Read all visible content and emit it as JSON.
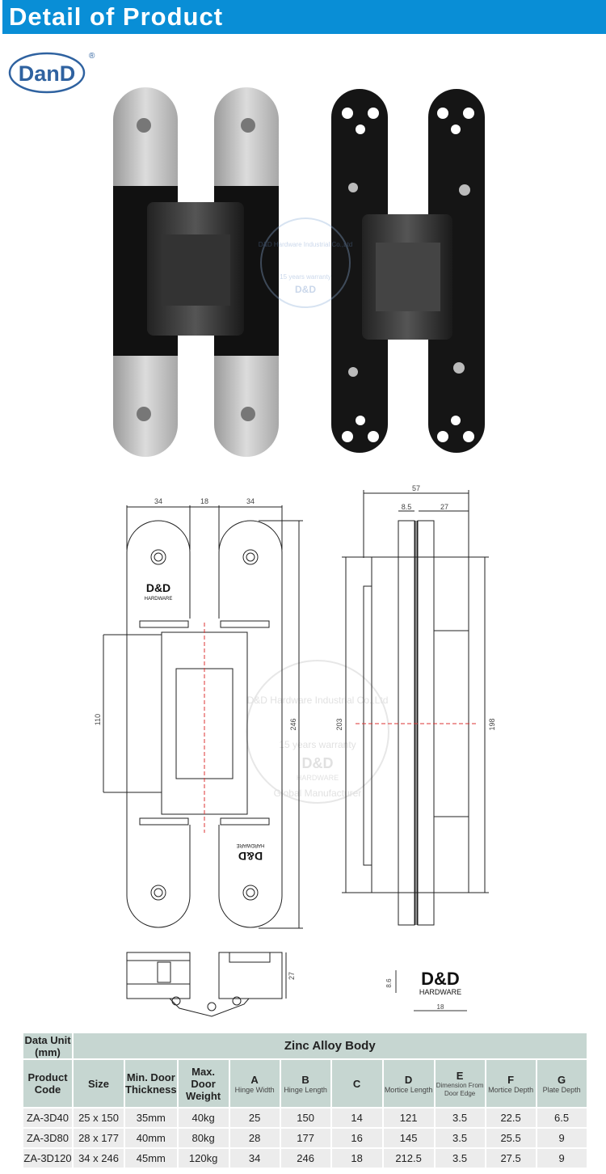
{
  "header": {
    "title": "Detail of Product",
    "color": "#098ED6"
  },
  "brand": {
    "logo_text": "DanD",
    "registered": "®"
  },
  "watermark": {
    "line1": "D&D Hardware Industrial Co.,Ltd",
    "line2": "15 years warranty",
    "line3": "D&D",
    "line4": "HARDWARE",
    "line5": "Global Manufacturer"
  },
  "drawing": {
    "plate_label": "D&D",
    "plate_sub": "HARDWARE",
    "dims": {
      "width_left": "34",
      "gap": "18",
      "width_right": "34",
      "height_total": "246",
      "height_body": "110",
      "side_total": "57",
      "side_a": "8.5",
      "side_b": "27",
      "side_h1": "203",
      "side_h2": "198",
      "bottom_h": "27",
      "logo_h": "8.6",
      "logo_w": "18"
    }
  },
  "table": {
    "unit_label": "Data Unit (mm)",
    "body_label": "Zinc Alloy Body",
    "columns": [
      {
        "title": "Product Code",
        "sub": ""
      },
      {
        "title": "Size",
        "sub": ""
      },
      {
        "title": "Min. Door Thickness",
        "sub": ""
      },
      {
        "title": "Max. Door Weight",
        "sub": ""
      },
      {
        "title": "A",
        "sub": "Hinge Width"
      },
      {
        "title": "B",
        "sub": "Hinge Length"
      },
      {
        "title": "C",
        "sub": ""
      },
      {
        "title": "D",
        "sub": "Mortice Length"
      },
      {
        "title": "E",
        "sub": "Dimension From Door Edge"
      },
      {
        "title": "F",
        "sub": "Mortice Depth"
      },
      {
        "title": "G",
        "sub": "Plate Depth"
      }
    ],
    "rows": [
      [
        "ZA-3D40",
        "25 x 150",
        "35mm",
        "40kg",
        "25",
        "150",
        "14",
        "121",
        "3.5",
        "22.5",
        "6.5"
      ],
      [
        "ZA-3D80",
        "28 x 177",
        "40mm",
        "80kg",
        "28",
        "177",
        "16",
        "145",
        "3.5",
        "25.5",
        "9"
      ],
      [
        "ZA-3D120",
        "34 x 246",
        "45mm",
        "120kg",
        "34",
        "246",
        "18",
        "212.5",
        "3.5",
        "27.5",
        "9"
      ]
    ]
  }
}
